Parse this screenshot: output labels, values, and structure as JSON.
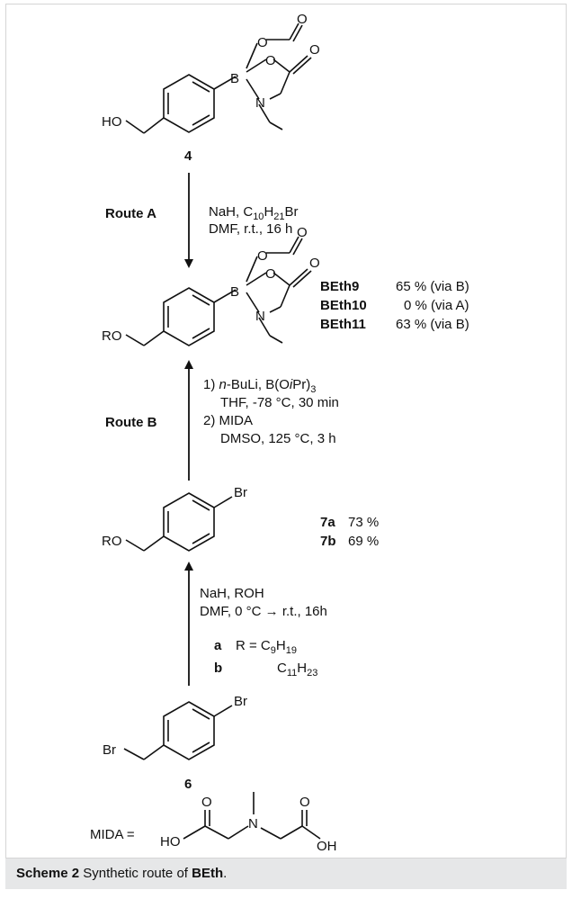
{
  "compounds": {
    "c4": {
      "label": "4",
      "ho": "HO",
      "b": "B",
      "n": "N",
      "o": "O"
    },
    "product": {
      "ro": "RO",
      "b": "B",
      "n": "N",
      "o": "O"
    },
    "c7": {
      "ro": "RO",
      "br": "Br"
    },
    "c6": {
      "label": "6",
      "br1": "Br",
      "br2": "Br"
    }
  },
  "route_a": {
    "name": "Route A",
    "line1_prefix": "NaH, C",
    "line1_sub1": "10",
    "line1_mid": "H",
    "line1_sub2": "21",
    "line1_suffix": "Br",
    "line2": "DMF, r.t., 16 h"
  },
  "route_b": {
    "name": "Route B",
    "step1_prefix": "1) ",
    "step1_italic": "n",
    "step1_mid": "-BuLi, B(O",
    "step1_italic2": "i",
    "step1_pr": "Pr)",
    "step1_sub": "3",
    "step1_cond": "THF, -78 °C, 30 min",
    "step2": "2) MIDA",
    "step2_cond": "DMSO, 125 °C, 3 h"
  },
  "etherification": {
    "line1": "NaH, ROH",
    "line2": "DMF, 0 °C → r.t., 16h",
    "a_key": "a",
    "a_eq": "R = C",
    "a_sub1": "9",
    "a_h": "H",
    "a_sub2": "19",
    "b_key": "b",
    "b_c": "C",
    "b_sub1": "11",
    "b_h": "H",
    "b_sub2": "23"
  },
  "yields_beth": [
    {
      "name": "BEth9",
      "value": "65 % (via B)"
    },
    {
      "name": "BEth10",
      "value": "0 % (via A)"
    },
    {
      "name": "BEth11",
      "value": "63 % (via B)"
    }
  ],
  "yields_7": [
    {
      "name": "7a",
      "value": "73 %"
    },
    {
      "name": "7b",
      "value": "69 %"
    }
  ],
  "mida": {
    "prefix": "MIDA =",
    "ho": "HO",
    "oh": "OH",
    "n": "N",
    "o1": "O",
    "o2": "O"
  },
  "caption": {
    "label": "Scheme 2",
    "text": "Synthetic route of",
    "bold_end": "BEth",
    "end": "."
  }
}
